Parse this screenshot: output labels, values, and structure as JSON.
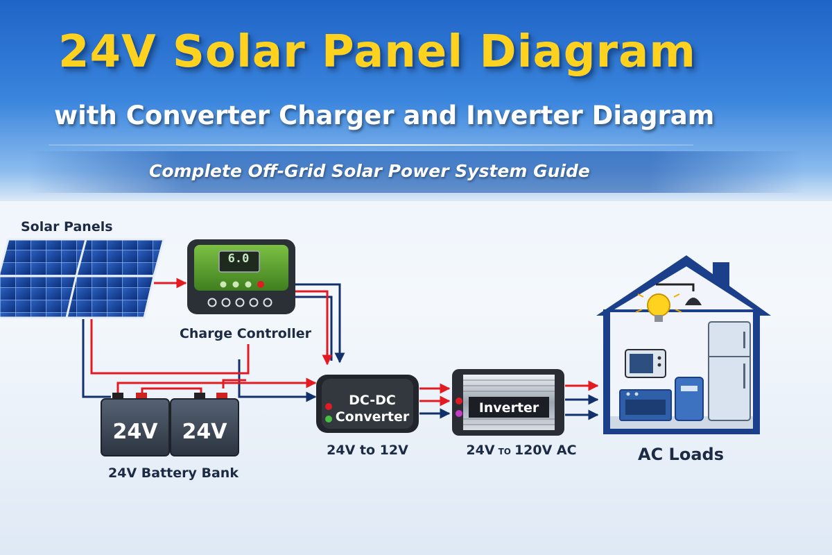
{
  "header": {
    "title": "24V Solar Panel Diagram",
    "subtitle": "with Converter Charger and Inverter Diagram",
    "guide": "Complete Off-Grid Solar Power System Guide"
  },
  "components": {
    "solar_panels": "Solar Panels",
    "charge_controller": "Charge Controller",
    "controller_display": "6.0",
    "battery_bank": "24V Battery Bank",
    "battery_1": "24V",
    "battery_2": "24V",
    "converter_line1": "DC-DC",
    "converter_line2": "Converter",
    "converter_spec": "24V to 12V",
    "inverter": "Inverter",
    "inverter_spec_a": "24V",
    "inverter_spec_to": "TO",
    "inverter_spec_b": "120V AC",
    "loads": "AC Loads"
  },
  "colors": {
    "positive": "#e21b22",
    "negative": "#12306b",
    "controller_green": "#5aa02c",
    "battery": "#3c4654",
    "house_outline": "#1b3f8a"
  },
  "icons": [
    "solar-panel-icon",
    "charge-controller-icon",
    "battery-icon",
    "converter-icon",
    "inverter-icon",
    "house-icon",
    "light-bulb-icon",
    "ceiling-lamp-icon",
    "microwave-icon",
    "refrigerator-icon",
    "stove-icon",
    "water-heater-icon"
  ]
}
